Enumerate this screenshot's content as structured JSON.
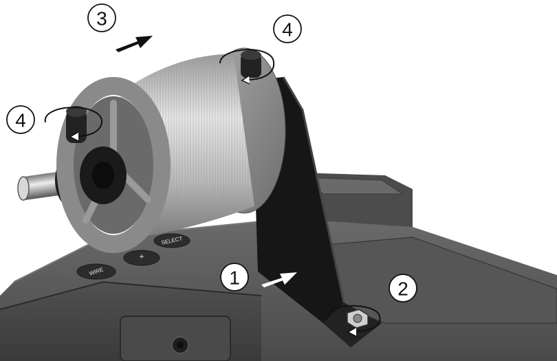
{
  "callouts": [
    {
      "id": "c1",
      "number": "1"
    },
    {
      "id": "c2",
      "number": "2"
    },
    {
      "id": "c3",
      "number": "3"
    },
    {
      "id": "c4a",
      "number": "4"
    },
    {
      "id": "c4b",
      "number": "4"
    }
  ],
  "device_buttons": {
    "select_label": "SELECT",
    "plus_label": "+",
    "wire_label": "WIRE"
  },
  "colors": {
    "housing": "#5a5a5a",
    "housing_dark": "#3a3a3a",
    "bracket": "#1a1a1a",
    "spool_flange": "#8c8c8c",
    "wire_coil": "#c4c4c4",
    "arrow": "#111111",
    "arrow_on_dark": "#ffffff"
  },
  "icons": {
    "push_arrow": "arrow-right-icon",
    "rotate": "rotate-arrow-icon",
    "nut": "hex-nut-icon"
  }
}
